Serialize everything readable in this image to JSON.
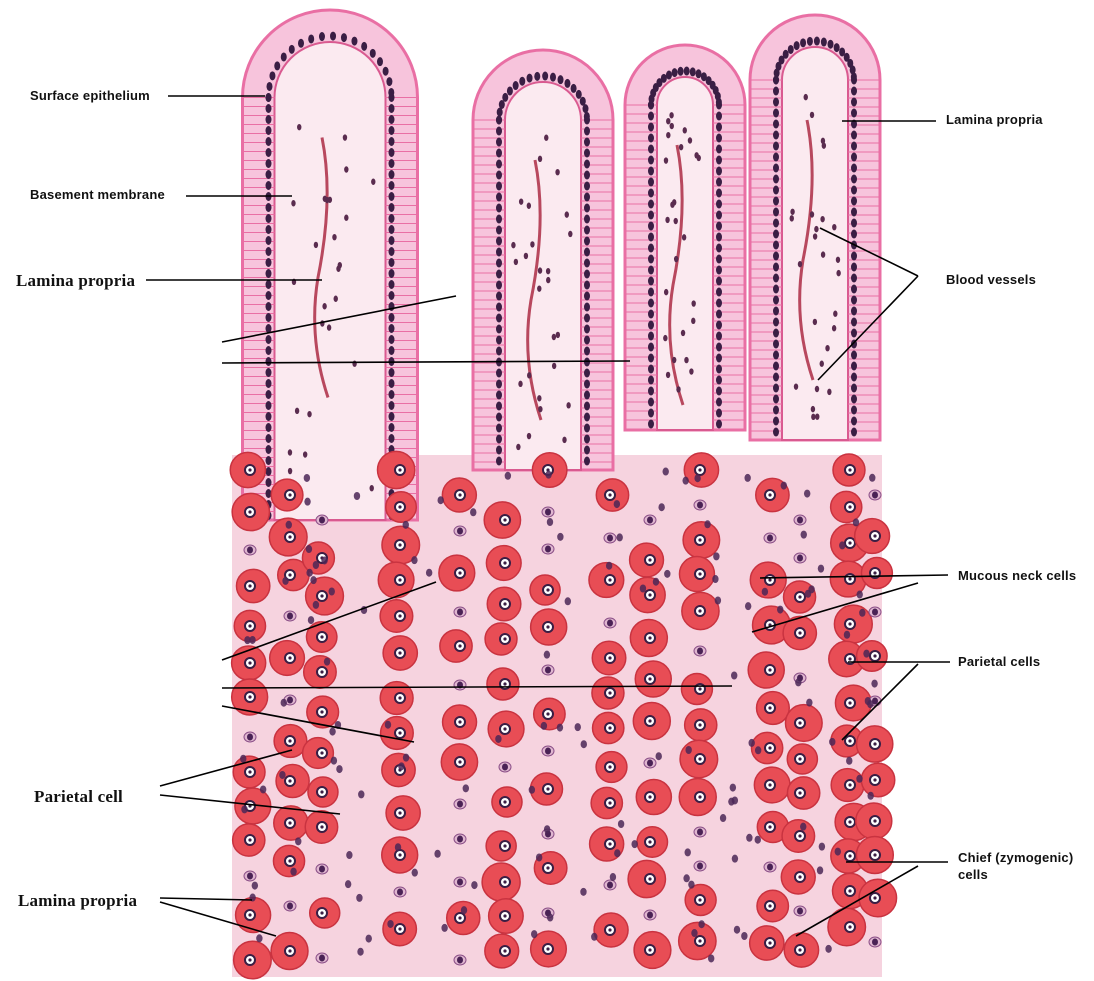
{
  "labels": {
    "surface_epithelium": "Surface epithelium",
    "basement_membrane": "Basement membrane",
    "lamina_propria_left_top": "Lamina  propria",
    "lamina_propria_right_top": "Lamina propria",
    "blood_vessels": "Blood vessels",
    "mucous_neck_cells": "Mucous neck cells",
    "parietal_cells": "Parietal cells",
    "parietal_cell": "Parietal cell",
    "chief_cells_line1": "Chief (zymogenic)",
    "chief_cells_line2": "cells",
    "lamina_propria_bottom": "Lamina propria"
  },
  "colors": {
    "epithelium": "#e96fa4",
    "epithelium_light": "#f7c4dc",
    "lamina_propria": "#fbeaf0",
    "nucleus": "#3a1e44",
    "parietal_cell": "#e84d55",
    "parietal_cell_light": "#f38a8e",
    "chief_cell_nucleus": "#4a2255",
    "background": "#ffffff",
    "leader_line": "#000000"
  }
}
